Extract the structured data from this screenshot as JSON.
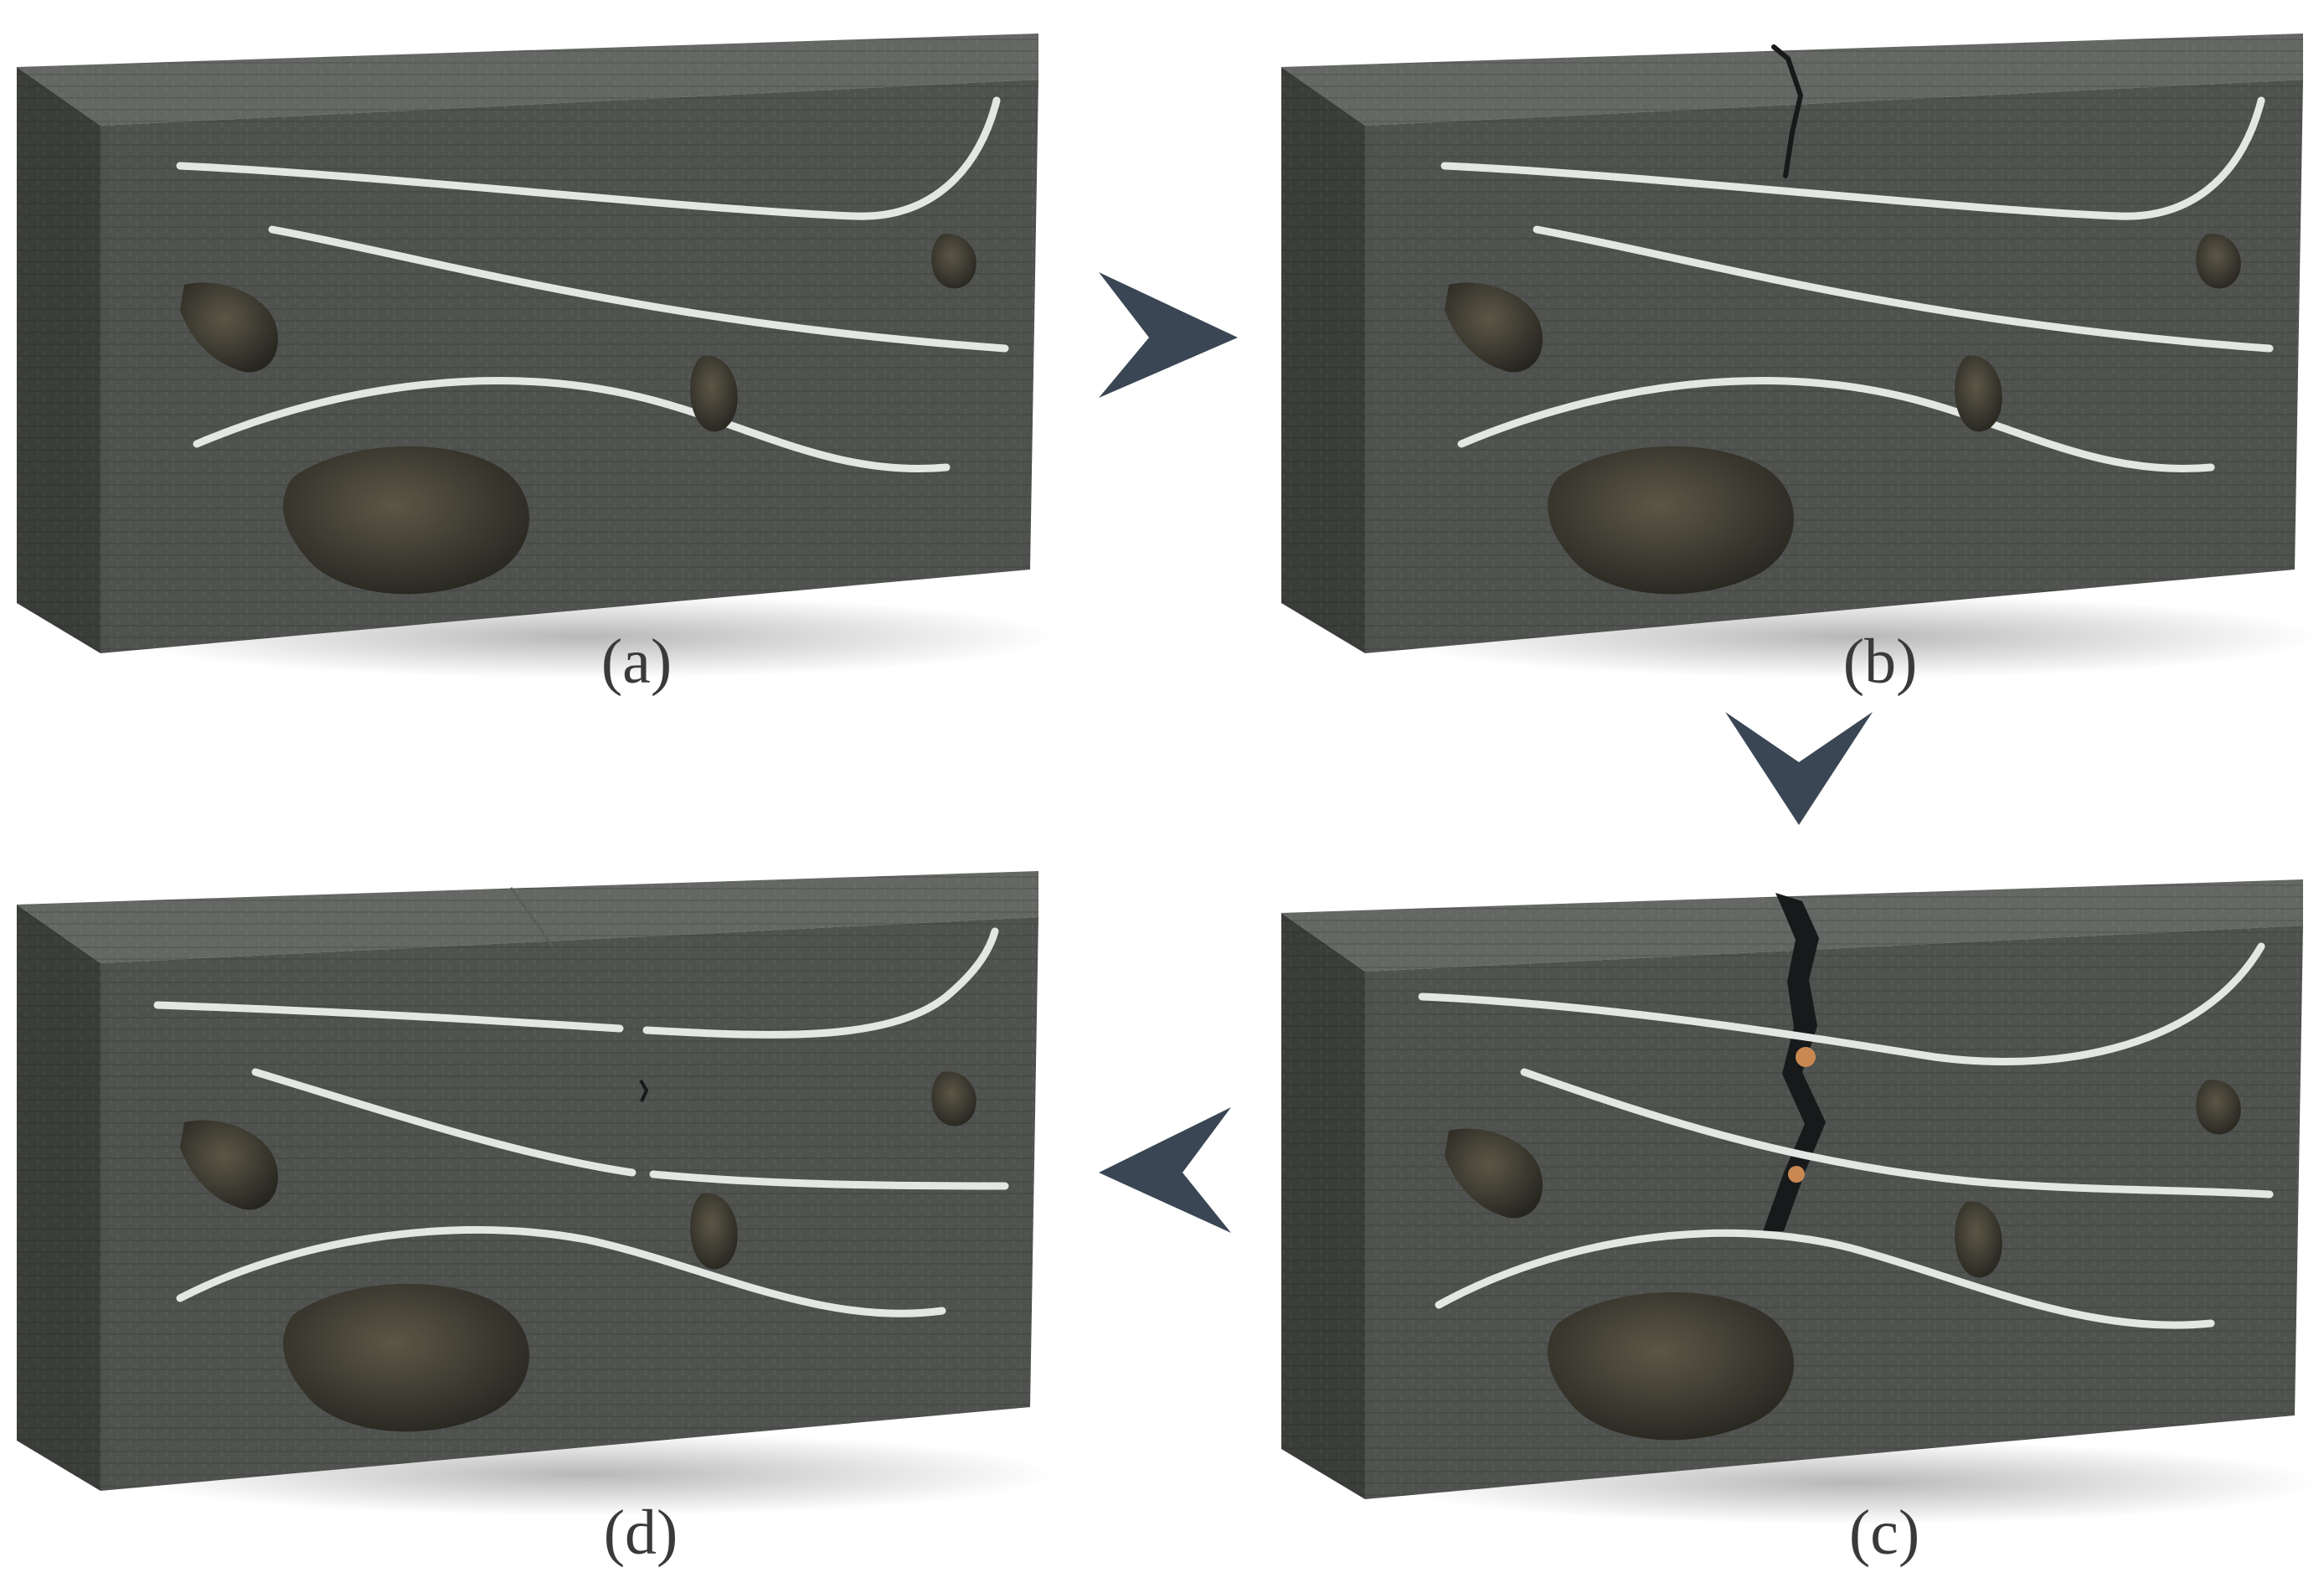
{
  "panels": [
    {
      "id": "a",
      "label": "(a)",
      "stage": "intact"
    },
    {
      "id": "b",
      "label": "(b)",
      "stage": "initial-crack"
    },
    {
      "id": "c",
      "label": "(c)",
      "stage": "through-crack"
    },
    {
      "id": "d",
      "label": "(d)",
      "stage": "healed"
    }
  ],
  "arrows": [
    {
      "from": "a",
      "to": "b",
      "direction": "right"
    },
    {
      "from": "b",
      "to": "c",
      "direction": "down"
    },
    {
      "from": "c",
      "to": "d",
      "direction": "left"
    }
  ],
  "colors": {
    "front_face": "#4f524e",
    "top_face": "#646763",
    "side_face": "#3b3d3a",
    "fiber": "#e4e6e4",
    "aggregate": "#3d3b33",
    "crack": "#17191a",
    "crack_fiber_contact": "#c98852",
    "arrow": "#3a4653",
    "label": "#3a3a3a"
  }
}
